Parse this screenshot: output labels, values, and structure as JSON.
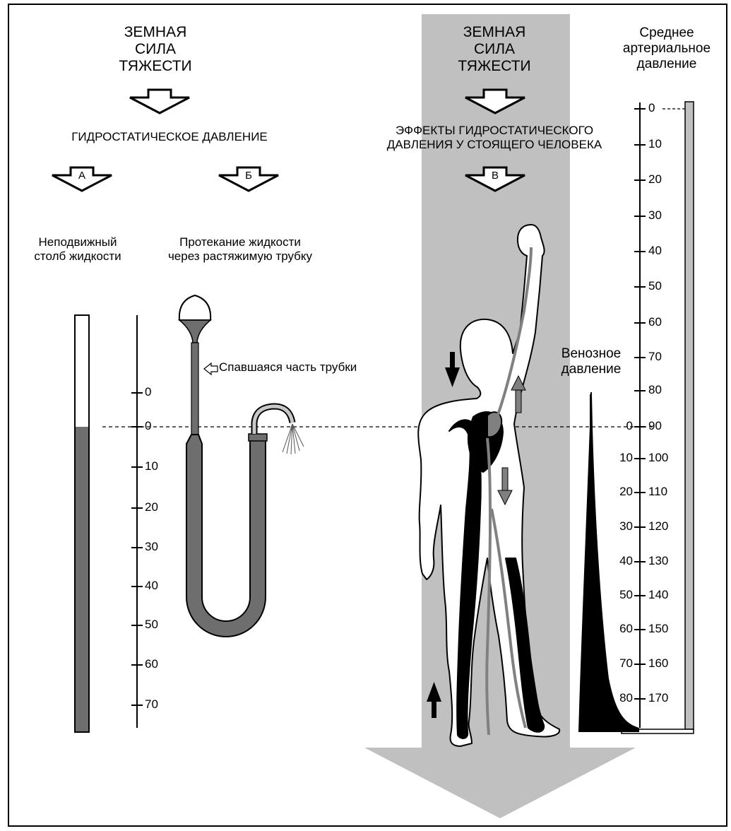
{
  "left_panel": {
    "title_lines": [
      "ЗЕМНАЯ",
      "СИЛА",
      "ТЯЖЕСТИ"
    ],
    "heading": "ГИДРОСТАТИЧЕСКОЕ ДАВЛЕНИЕ",
    "arrow_a": "А",
    "arrow_b": "Б",
    "label_a_lines": [
      "Неподвижный",
      "столб жидкости"
    ],
    "label_b_lines": [
      "Протекание жидкости",
      "через растяжимую трубку"
    ],
    "collapsed_label": "Спавшаяся часть трубки",
    "scale_ticks": [
      "0",
      "0",
      "10",
      "20",
      "30",
      "40",
      "50",
      "60",
      "70"
    ]
  },
  "right_panel": {
    "title_lines": [
      "ЗЕМНАЯ",
      "СИЛА",
      "ТЯЖЕСТИ"
    ],
    "heading_lines": [
      "ЭФФЕКТЫ ГИДРОСТАТИЧЕСКОГО",
      "ДАВЛЕНИЯ У СТОЯЩЕГО ЧЕЛОВЕКА"
    ],
    "arrow_c": "В",
    "arterial_label_lines": [
      "Среднее",
      "артериальное",
      "давление"
    ],
    "venous_label_lines": [
      "Венозное",
      "давление"
    ],
    "arterial_ticks": [
      "0",
      "10",
      "20",
      "30",
      "40",
      "50",
      "60",
      "70",
      "80",
      "90",
      "100",
      "110",
      "120",
      "130",
      "140",
      "150",
      "160",
      "170"
    ],
    "venous_ticks": [
      "0",
      "10",
      "20",
      "30",
      "40",
      "50",
      "60",
      "70",
      "80"
    ]
  },
  "colors": {
    "gravity_band": "#c0c0c0",
    "fluid": "#6e6e6e",
    "vessel": "#000000"
  }
}
